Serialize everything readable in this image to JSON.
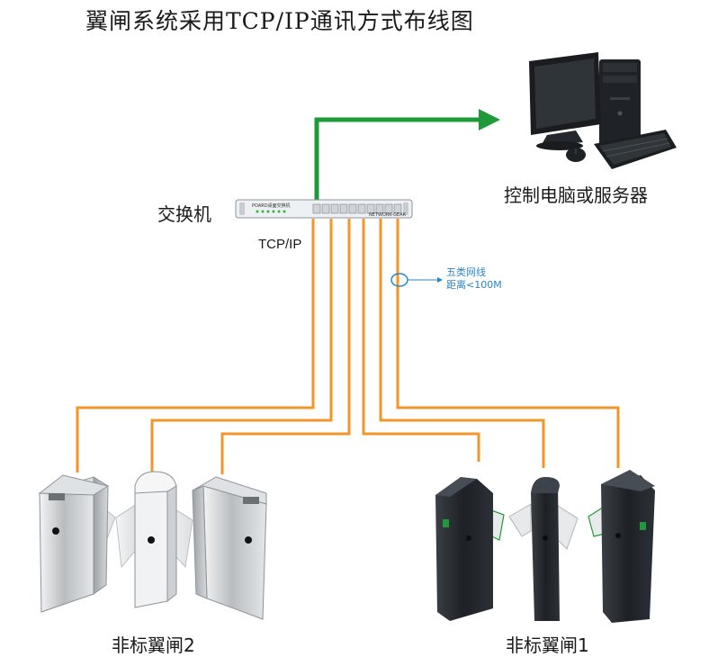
{
  "title": "翼闸系统采用TCP/IP通讯方式布线图",
  "switch": {
    "label": "交换机",
    "panel_text": "POARD桌面交换机",
    "brand_text": "NETWORK-GEAR"
  },
  "computer": {
    "label": "控制电脑或服务器"
  },
  "protocol": {
    "label": "TCP/IP"
  },
  "cable_note": {
    "line1": "五类网线",
    "line2": "距离<100M"
  },
  "groups": {
    "group2": {
      "label": "非标翼闸2"
    },
    "group1": {
      "label": "非标翼闸1"
    }
  },
  "colors": {
    "cable": "#f0962a",
    "uplink": "#1e9a3a",
    "note": "#2a86c8",
    "silver": "#c9ccce",
    "dark_gate": "#22262b"
  }
}
